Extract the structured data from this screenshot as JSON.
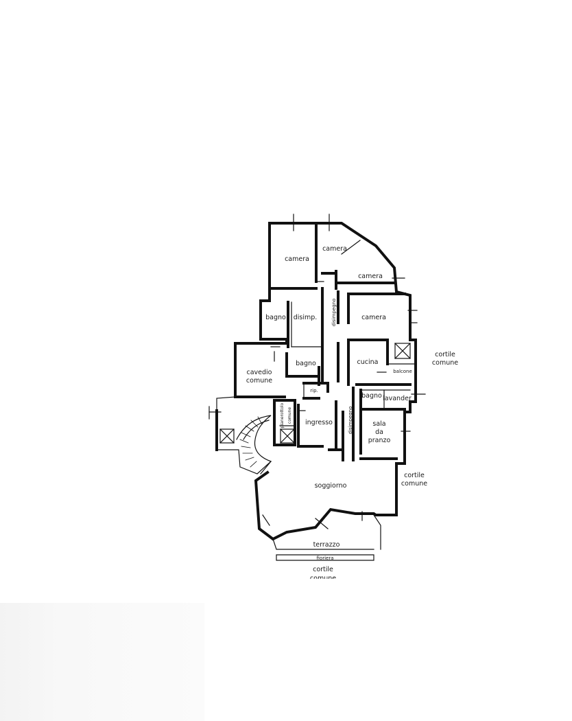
{
  "rooms": {
    "camera_1": "camera",
    "camera_2": "camera",
    "camera_3": "camera",
    "camera_4": "camera",
    "bagno_1": "bagno",
    "disimp": "disimp.",
    "disimpegno_1": "disimpegno",
    "cavedio": "cavedio",
    "cavedio_2": "comune",
    "bagno_2": "bagno",
    "cucina": "cucina",
    "balcone": "balcone",
    "rip": "rip.",
    "bagno_3": "bagno",
    "lavander": "lavander",
    "pianerottolo": "pianerottolo",
    "pianerottolo_2": "comune",
    "ingresso": "ingresso",
    "disimpegno_2": "disimpegno",
    "sala": "sala",
    "sala_2": "da",
    "sala_3": "pranzo",
    "soggiorno": "soggiorno",
    "terrazzo": "terrazzo",
    "fioriera": "fioriera"
  },
  "exterior": {
    "cortile_right_1": "cortile",
    "cortile_right_2": "comune",
    "cortile_mid_1": "cortile",
    "cortile_mid_2": "comune",
    "cortile_bottom_1": "cortile",
    "cortile_bottom_2": "comune"
  },
  "colors": {
    "walls": "#111111",
    "background": "#ffffff"
  }
}
